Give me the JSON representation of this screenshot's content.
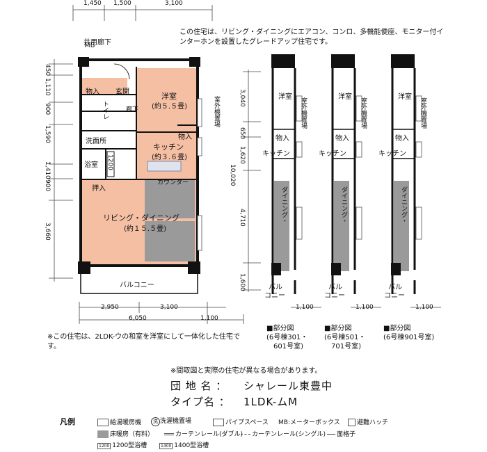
{
  "dims": {
    "top": [
      "1,450",
      "1,500",
      "3,100"
    ],
    "left": [
      "450",
      "1,110",
      "900",
      "1,590",
      "1,410",
      "900",
      "3,660"
    ],
    "bottom_row1": [
      "2,950",
      "3,100"
    ],
    "bottom_row2": [
      "6,050",
      "1,100"
    ],
    "right": [
      "3,040",
      "650",
      "1,620",
      "4,710",
      "1,600"
    ],
    "right_total": "10,020",
    "elev_bottom": [
      "1,100",
      "1,100",
      "1,100"
    ]
  },
  "plan": {
    "corridor": "共用廊下",
    "mb": "MB",
    "storage1": "物入",
    "entrance": "玄関",
    "western_room": "洋室",
    "western_size": "(約５.５畳)",
    "hallway": "廊下",
    "toilet": "トイレ",
    "storage2": "物入",
    "washroom": "洗面所",
    "kitchen": "キッチン",
    "kitchen_size": "(約３.６畳)",
    "bath": "浴室",
    "bath_size": "1200",
    "closet": "押入",
    "counter": "カウンター",
    "living": "リビング・ダイニング",
    "living_size": "(約１５.５畳)",
    "balcony": "バルコニー",
    "ac_unit": "室外機置場"
  },
  "elevation": {
    "western": "洋室",
    "storage": "物入",
    "kitchen": "キッチン",
    "living": "ダイニング・",
    "balcony_1": "バル",
    "balcony_2": "コニー",
    "ac_unit": "室外機置場"
  },
  "description": "この住宅は、リビング・ダイニングにエアコン、コンロ、多機能便座、モニター付インターホンを設置したグレードアップ住宅です。",
  "note": "※この住宅は、2LDK-ウの和室を洋室にして一体化した住宅です。",
  "partial_labels": [
    {
      "title": "■部分図",
      "sub1": "(6号棟301・",
      "sub2": "601号室)"
    },
    {
      "title": "■部分図",
      "sub1": "(6号棟501・",
      "sub2": "701号室)"
    },
    {
      "title": "■部分図",
      "sub1": "(6号棟901号室)",
      "sub2": ""
    }
  ],
  "disclaimer": "※間取図と実際の住宅が異なる場合があります。",
  "complex_label": "団 地 名 ：",
  "complex_value": "シャレール東豊中",
  "type_label": "タイプ名 ：",
  "type_value": "1LDK-ムM",
  "legend": {
    "title": "凡例",
    "items": [
      "給湯暖房機",
      "洗濯機置場",
      "パイプスペース",
      "MB:メーターボックス",
      "避難ハッチ",
      "床暖房（有料）",
      "カーテンレール(ダブル)",
      "カーテンレール(シングル)",
      "面格子",
      "1200型浴槽",
      "1400型浴槽"
    ],
    "wash_glyph": "洗",
    "bath1200": "1200",
    "bath1400": "1400"
  },
  "colors": {
    "room": "#f5bfa4",
    "wall": "#111111",
    "floor_heat": "#9a9a9a"
  }
}
